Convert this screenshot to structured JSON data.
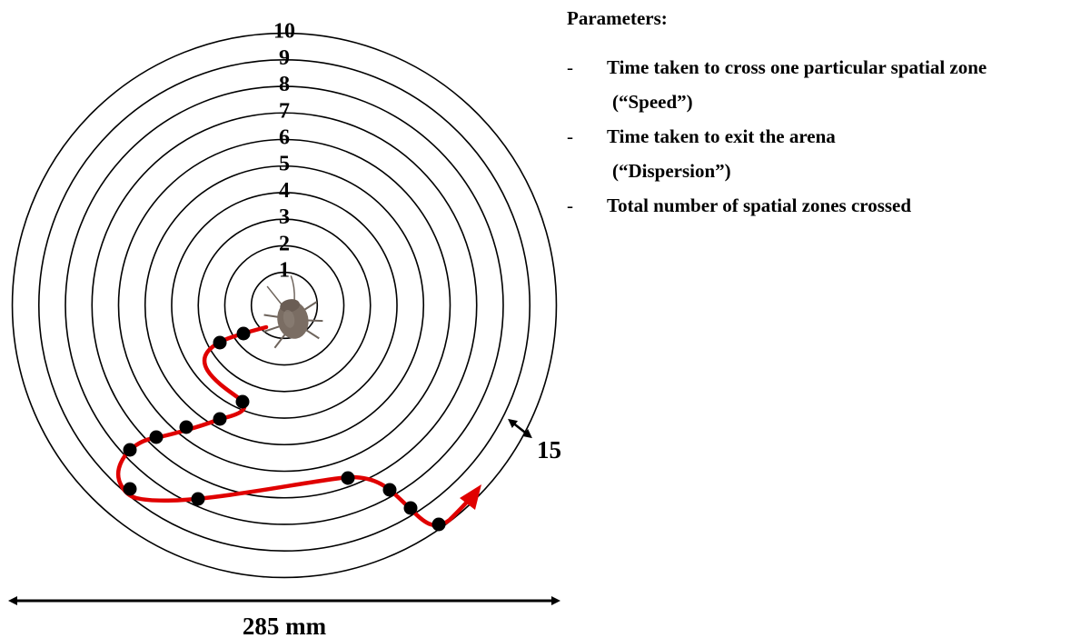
{
  "zone_labels": [
    "1",
    "2",
    "3",
    "4",
    "5",
    "6",
    "7",
    "8",
    "9",
    "10"
  ],
  "dimensions": {
    "diameter_label": "285 mm",
    "zone_width_label": "15 mm"
  },
  "path_color": "#e00000",
  "point_color": "#000000",
  "insect_icon": "stink-bug",
  "parameters": {
    "title": "Parameters:",
    "items": [
      {
        "bullet": "-",
        "line1": "Time taken to cross one particular spatial zone",
        "line2": "(“Speed”)"
      },
      {
        "bullet": "-",
        "line1": "Time taken to exit the arena",
        "line2": "(“Dispersion”)"
      },
      {
        "bullet": "-",
        "line1": "Total number of spatial zones crossed",
        "line2": ""
      }
    ]
  }
}
